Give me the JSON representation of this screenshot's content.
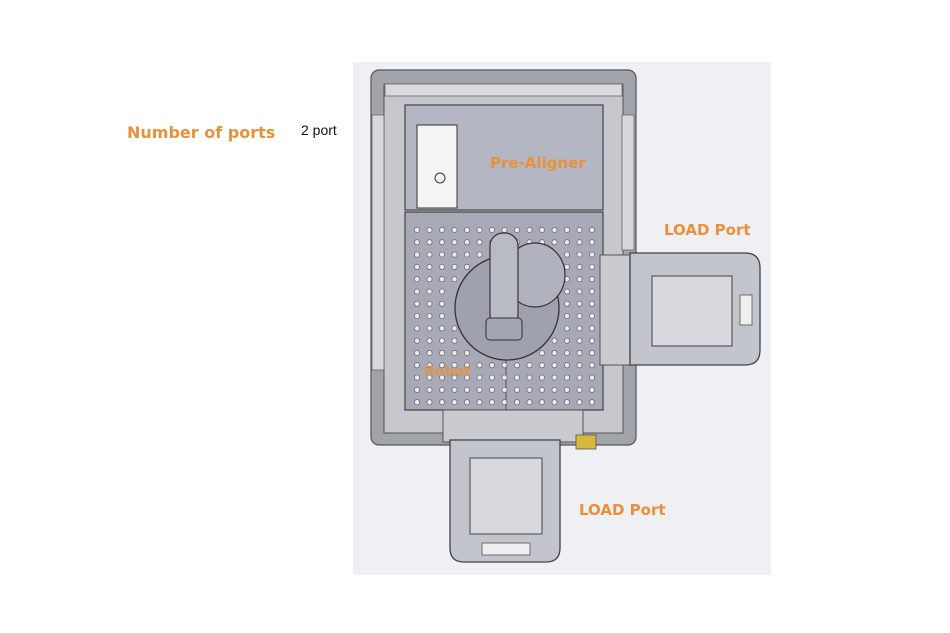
{
  "spec": {
    "label": "Number of ports",
    "value": "2 port"
  },
  "drawing": {
    "pre_aligner_label": "Pre-Aligner",
    "robot_label": "Robot",
    "load_port_right_label": "LOAD Port",
    "load_port_bottom_label": "LOAD Port"
  },
  "colors": {
    "accent": "#e8913a",
    "frame": "#9a9ca3",
    "panel": "#b5b8c4",
    "deck": "#a9acb8"
  }
}
